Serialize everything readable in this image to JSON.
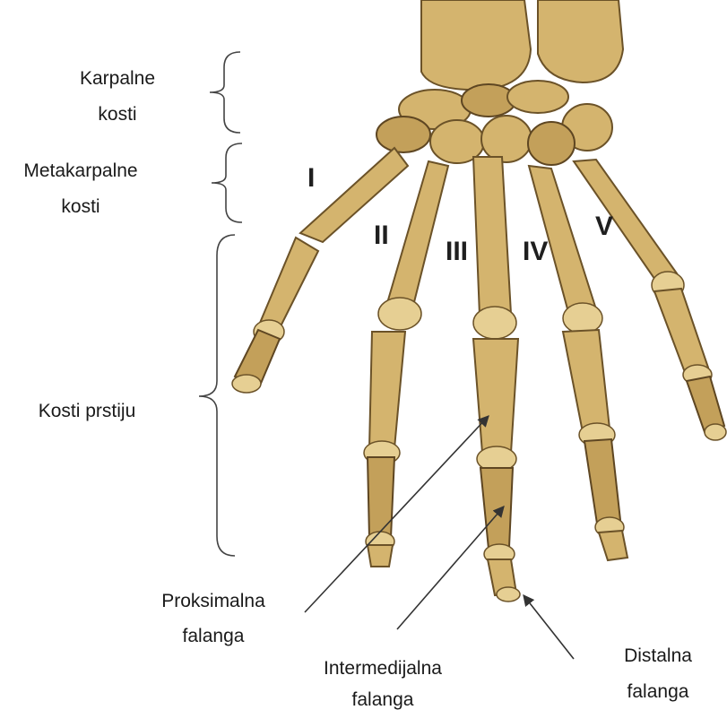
{
  "labels": {
    "carpal_1": "Karpalne",
    "carpal_2": "kosti",
    "metacarpal_1": "Metakarpalne",
    "metacarpal_2": "kosti",
    "digits": "Kosti prstiju",
    "proximal_1": "Proksimalna",
    "proximal_2": "falanga",
    "intermediate_1": "Intermedijalna",
    "intermediate_2": "falanga",
    "distal_1": "Distalna",
    "distal_2": "falanga"
  },
  "finger_numerals": [
    "I",
    "II",
    "III",
    "IV",
    "V"
  ],
  "colors": {
    "bone": "#d4b46e",
    "bone_shadow": "#c3a05a",
    "outline": "#6b5228",
    "text": "#1a1a1a"
  }
}
